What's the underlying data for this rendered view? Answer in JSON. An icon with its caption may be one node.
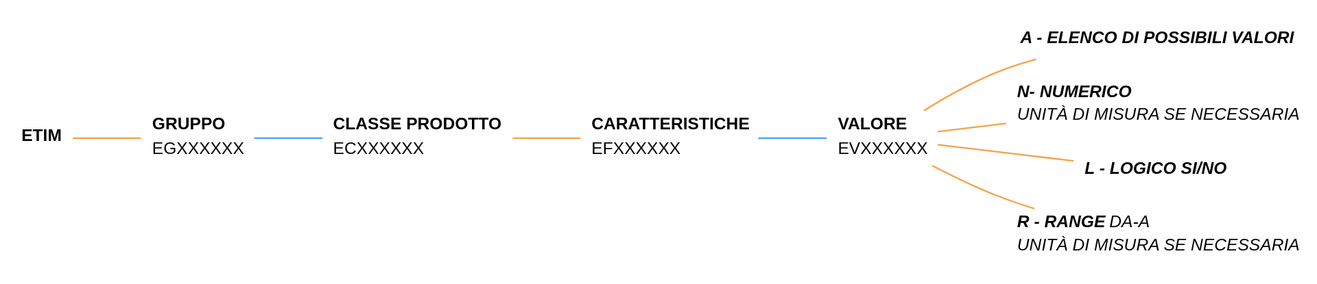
{
  "diagram": {
    "nodes": [
      {
        "text": [
          "ETIM"
        ]
      },
      {
        "text": [
          "GRUPPO",
          "EGXXXXXX"
        ]
      },
      {
        "text": [
          "CLASSE PRODOTTO",
          "ECXXXXXX"
        ]
      },
      {
        "text": [
          "CARATTERISTICHE",
          "EFXXXXXX"
        ]
      },
      {
        "text": [
          "VALORE",
          "EVXXXXXX"
        ]
      },
      {
        "text": [
          "A - ELENCO DI POSSIBILI VALORI"
        ]
      },
      {
        "text": [
          "N- NUMERICO",
          "UNITÀ DI MISURA SE NECESSARIA"
        ]
      },
      {
        "text": [
          "L - LOGICO SI/NO"
        ]
      },
      {
        "text": [
          "**R - RANGE** DA-A",
          "UNITÀ DI MISURA SE NECESSARIA"
        ]
      }
    ],
    "edges": [
      {
        "from": 0,
        "to": 1,
        "arrow": "none"
      },
      {
        "from": 1,
        "to": 2,
        "arrow": "none",
        "color": "#4a9ef5"
      },
      {
        "from": 2,
        "to": 3,
        "arrow": "none"
      },
      {
        "from": 3,
        "to": 4,
        "arrow": "none",
        "color": "#4a9ef5"
      },
      {
        "from": 4,
        "to": 5,
        "arrow": "none"
      },
      {
        "from": 4,
        "to": 6,
        "arrow": "none"
      },
      {
        "from": 4,
        "to": 7,
        "arrow": "none"
      },
      {
        "from": 4,
        "to": 8,
        "arrow": "none"
      }
    ]
  }
}
